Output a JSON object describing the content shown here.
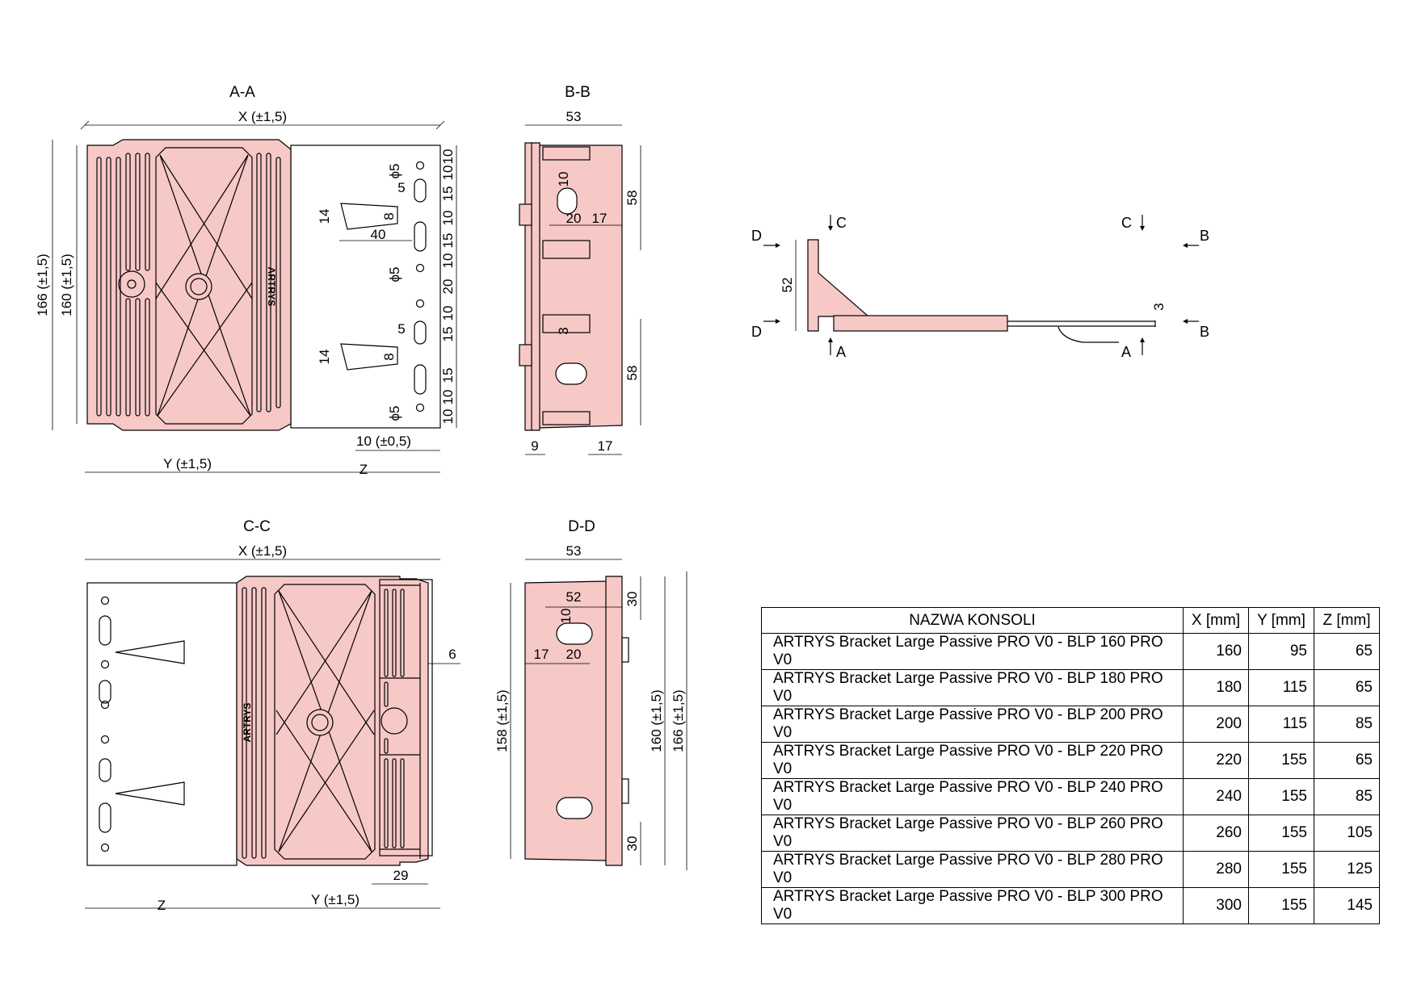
{
  "views": {
    "aa": {
      "title": "A-A",
      "x": "X (±1,5)",
      "y": "Y (±1,5)",
      "z": "Z",
      "h166": "166 (±1,5)",
      "h160": "160 (±1,5)",
      "d14a": "14",
      "d40": "40",
      "d8a": "8",
      "d14b": "14",
      "d8b": "8",
      "phi1": "ϕ5",
      "phi2": "ϕ5",
      "phi3": "ϕ5",
      "f5a": "5",
      "f5b": "5",
      "bot": "10 (±0,5)",
      "r1": "10",
      "r2": "10",
      "r3": "15",
      "r4": "10",
      "r5": "15",
      "r6": "10",
      "r7": "20",
      "r8": "10",
      "r9": "15",
      "r10": "15",
      "r11": "10",
      "r12": "10"
    },
    "bb": {
      "title": "B-B",
      "w53": "53",
      "h58a": "58",
      "h58b": "58",
      "d10": "10",
      "d20": "20",
      "d17": "17",
      "d3": "3",
      "b9": "9",
      "b17": "17"
    },
    "side": {
      "d1": "D",
      "d2": "D",
      "c1": "C",
      "c2": "C",
      "b1": "B",
      "b2": "B",
      "a1": "A",
      "a2": "A",
      "h52": "52",
      "t3": "3"
    },
    "cc": {
      "title": "C-C",
      "x": "X (±1,5)",
      "z": "Z",
      "y": "Y (±1,5)",
      "d6": "6",
      "d29": "29"
    },
    "dd": {
      "title": "D-D",
      "w53": "53",
      "d52": "52",
      "d10": "10",
      "d30a": "30",
      "d17": "17",
      "d20": "20",
      "d30b": "30",
      "h158": "158 (±1,5)",
      "h160": "160 (±1,5)",
      "h166": "166 (±1,5)"
    }
  },
  "table": {
    "headers": [
      "NAZWA KONSOLI",
      "X [mm]",
      "Y [mm]",
      "Z [mm]"
    ],
    "rows": [
      {
        "name": "ARTRYS Bracket Large Passive PRO V0 - BLP 160 PRO V0",
        "x": "160",
        "y": "95",
        "z": "65"
      },
      {
        "name": "ARTRYS Bracket Large Passive PRO V0 - BLP 180 PRO V0",
        "x": "180",
        "y": "115",
        "z": "65"
      },
      {
        "name": "ARTRYS Bracket Large Passive PRO V0 - BLP 200 PRO V0",
        "x": "200",
        "y": "115",
        "z": "85"
      },
      {
        "name": "ARTRYS Bracket Large Passive PRO V0 - BLP 220 PRO V0",
        "x": "220",
        "y": "155",
        "z": "65"
      },
      {
        "name": "ARTRYS Bracket Large Passive PRO V0 - BLP 240 PRO V0",
        "x": "240",
        "y": "155",
        "z": "85"
      },
      {
        "name": "ARTRYS Bracket Large Passive PRO V0 - BLP 260 PRO V0",
        "x": "260",
        "y": "155",
        "z": "105"
      },
      {
        "name": "ARTRYS Bracket Large Passive PRO V0 - BLP 280 PRO V0",
        "x": "280",
        "y": "155",
        "z": "125"
      },
      {
        "name": "ARTRYS Bracket Large Passive PRO V0 - BLP 300 PRO V0",
        "x": "300",
        "y": "155",
        "z": "145"
      }
    ]
  },
  "colors": {
    "part": "#f6c8c6",
    "line": "#000000"
  }
}
